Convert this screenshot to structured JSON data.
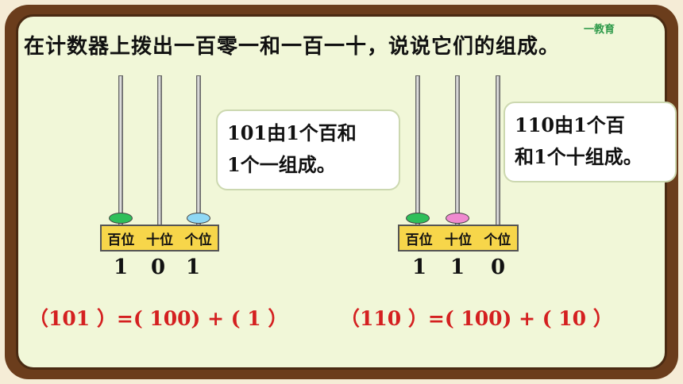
{
  "title": "在计数器上拨出一百零一和一百一十，说说它们的组成。",
  "logo": "一教育",
  "abacus_left": {
    "labels": [
      "百位",
      "十位",
      "个位"
    ],
    "digits": [
      "1",
      "0",
      "1"
    ],
    "bubble": [
      "101由1个百和",
      "1个一组成。"
    ],
    "equation": "（101 ）=(  100) + (    1   ）"
  },
  "abacus_right": {
    "labels": [
      "百位",
      "十位",
      "个位"
    ],
    "digits": [
      "1",
      "1",
      "0"
    ],
    "bubble": [
      "110由1个百",
      "和1个十组成。"
    ],
    "equation": "（110 ）=(  100) + (   10  ）"
  },
  "colors": {
    "frame": "#6b3d1c",
    "board": "#f1f7d8",
    "base": "#f7d64a",
    "bead_hundreds": "#2fbf5a",
    "bead_tens": "#f08ad0",
    "bead_ones": "#8fd8f5",
    "equation": "#d42020"
  }
}
